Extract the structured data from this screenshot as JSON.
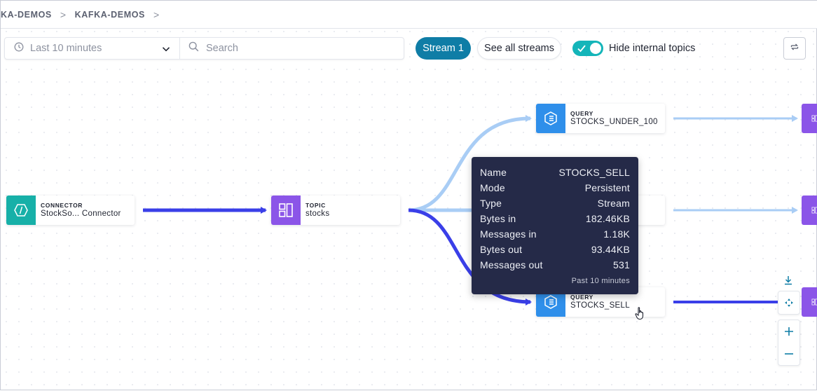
{
  "breadcrumb": {
    "items": [
      "KA-DEMOS",
      "KAFKA-DEMOS"
    ],
    "separator": ">"
  },
  "toolbar": {
    "time_range": "Last 10 minutes",
    "search_placeholder": "Search",
    "stream_button": "Stream 1",
    "see_all_button": "See all streams",
    "toggle_label": "Hide internal topics",
    "toggle_on": true
  },
  "nodes": {
    "connector": {
      "kind": "CONNECTOR",
      "name": "StockSo... Connector"
    },
    "topic": {
      "kind": "TOPIC",
      "name": "stocks"
    },
    "query_under_100": {
      "kind": "QUERY",
      "name": "STOCKS_UNDER_100"
    },
    "query_sell": {
      "kind": "QUERY",
      "name": "STOCKS_SELL"
    }
  },
  "tooltip": {
    "rows": [
      {
        "label": "Name",
        "value": "STOCKS_SELL"
      },
      {
        "label": "Mode",
        "value": "Persistent"
      },
      {
        "label": "Type",
        "value": "Stream"
      },
      {
        "label": "Bytes in",
        "value": "182.46KB"
      },
      {
        "label": "Messages in",
        "value": "1.18K"
      },
      {
        "label": "Bytes out",
        "value": "93.44KB"
      },
      {
        "label": "Messages out",
        "value": "531"
      }
    ],
    "footer": "Past 10 minutes"
  },
  "colors": {
    "accent": "#0f7da6",
    "toggle": "#14b5b9",
    "connector_icon": "#17b0a8",
    "topic_icon": "#8b55e8",
    "query_icon": "#2f8fea",
    "edge_active": "#3a3fe8",
    "edge_inactive": "#a9cdf5",
    "tooltip_bg": "#252a48"
  },
  "icons": {
    "time": "clock-icon",
    "dropdown": "chevron-down-icon",
    "search": "search-icon",
    "refresh": "refresh-icon",
    "download": "download-icon",
    "fit": "fit-to-screen-icon",
    "zoom_in": "zoom-in-icon",
    "zoom_out": "zoom-out-icon"
  }
}
